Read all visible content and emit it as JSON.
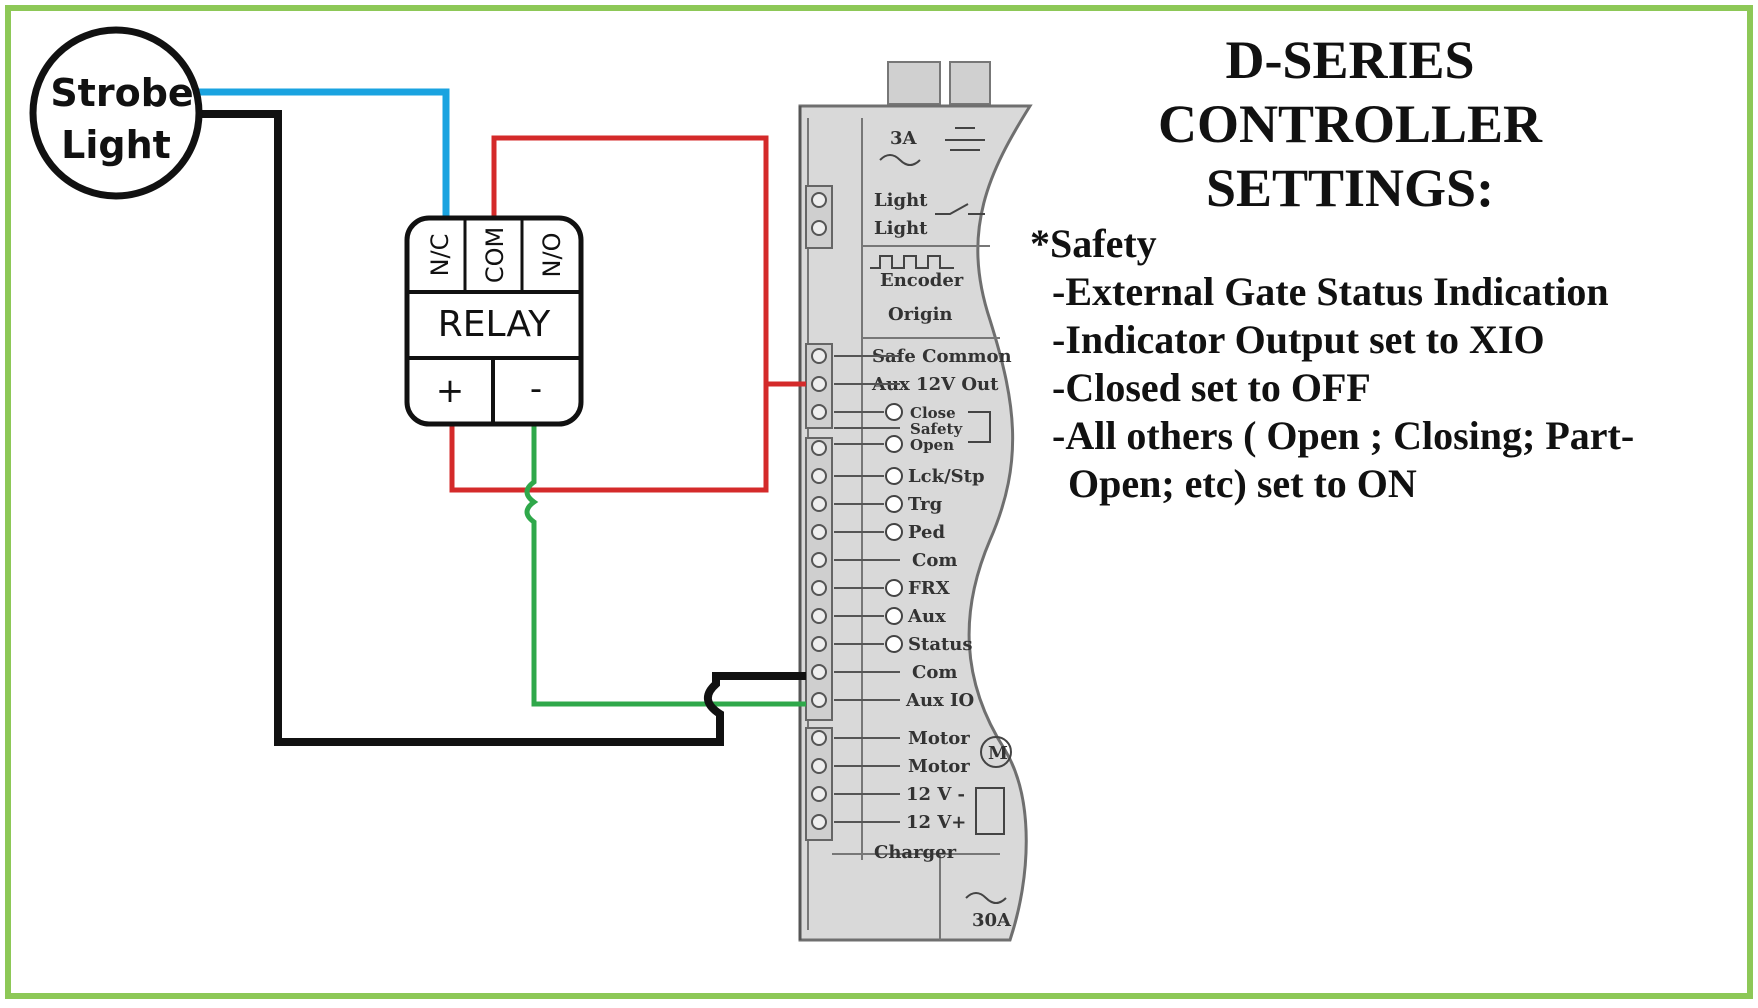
{
  "strobe": {
    "line1": "Strobe",
    "line2": "Light"
  },
  "relay": {
    "label": "RELAY",
    "pin_nc": "N/C",
    "pin_com": "COM",
    "pin_no": "N/O",
    "plus": "+",
    "minus": "-"
  },
  "controller": {
    "fuse_top": "3A",
    "fuse_bottom": "30A",
    "terminals": [
      "Light",
      "Light",
      "Encoder",
      "Origin",
      "Safe Common",
      "Aux 12V Out",
      "Close",
      "Safety",
      "Open",
      "Lck/Stp",
      "Trg",
      "Ped",
      "Com",
      "FRX",
      "Aux",
      "Status",
      "Com",
      "Aux IO",
      "Motor",
      "Motor",
      "12 V -",
      "12 V+",
      "Charger"
    ]
  },
  "settings": {
    "title_lines": [
      "D-SERIES",
      "CONTROLLER",
      "SETTINGS:"
    ],
    "items": [
      "*Safety",
      "-External Gate Status Indication",
      "-Indicator Output set to XIO",
      "-Closed set to OFF",
      "-All others ( Open  ; Closing; Part-",
      "Open; etc) set to ON"
    ]
  },
  "colors": {
    "border": "#8dc857",
    "wire_blue": "#1aa3e0",
    "wire_red": "#d42a2a",
    "wire_green": "#2fa84a",
    "wire_black": "#111111",
    "controller_fill": "#d9d9d9"
  }
}
